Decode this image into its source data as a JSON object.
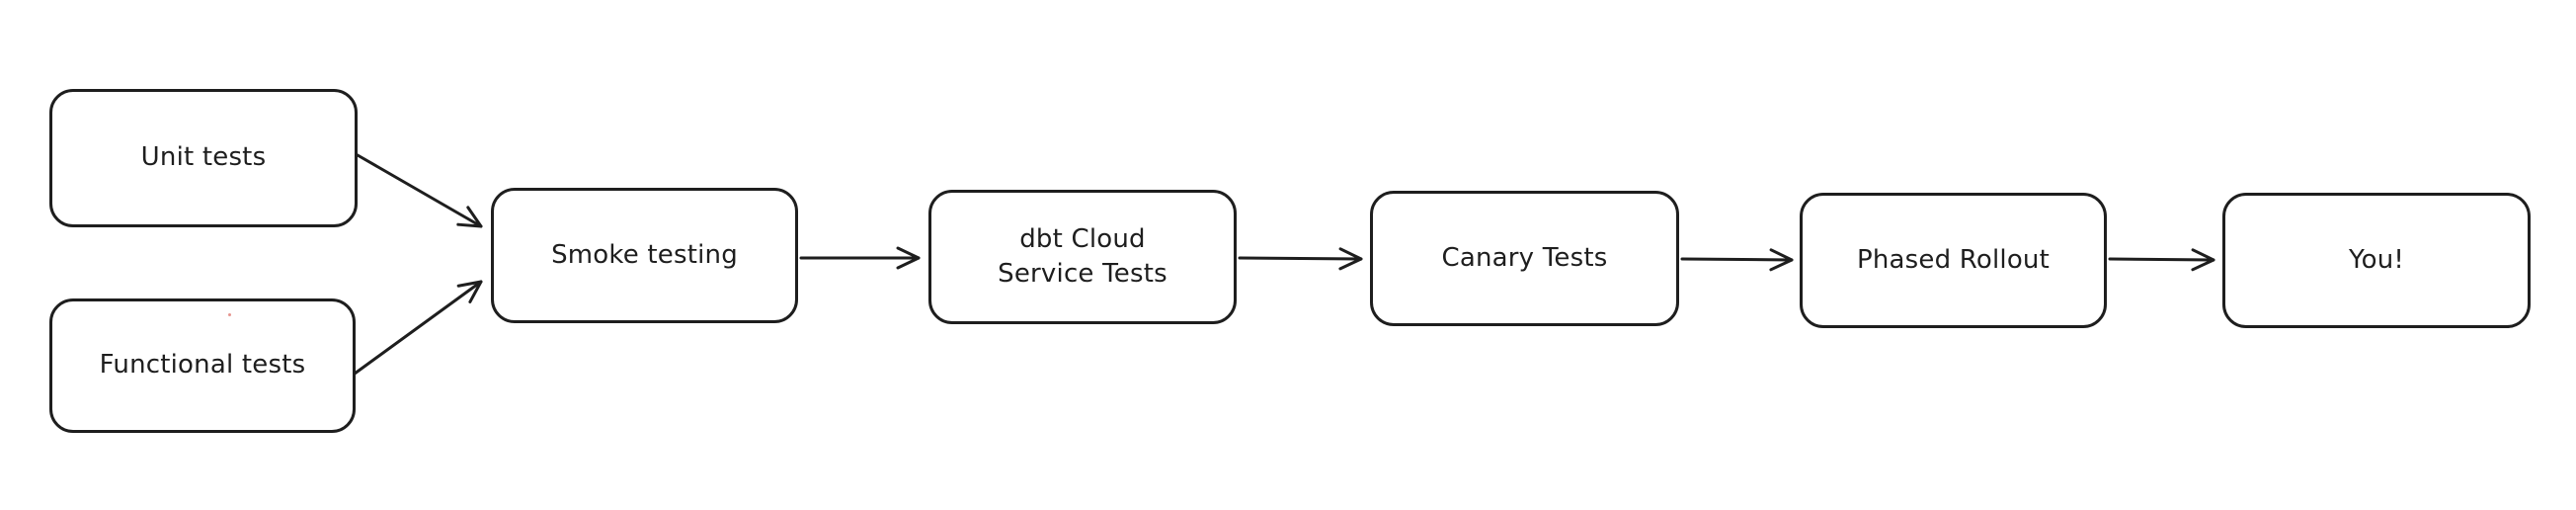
{
  "diagram": {
    "type": "flowchart",
    "style": "hand-drawn-whiteboard",
    "background_color": "#ffffff",
    "stroke_color": "#1e1e1e",
    "node_fill_color": "#ffffff",
    "nodes": [
      {
        "id": "unit-tests",
        "lines": [
          "Unit tests"
        ]
      },
      {
        "id": "functional-tests",
        "lines": [
          "Functional tests"
        ]
      },
      {
        "id": "smoke-testing",
        "lines": [
          "Smoke testing"
        ]
      },
      {
        "id": "dbt-cloud-service-tests",
        "lines": [
          "dbt Cloud",
          "Service Tests"
        ]
      },
      {
        "id": "canary-tests",
        "lines": [
          "Canary Tests"
        ]
      },
      {
        "id": "phased-rollout",
        "lines": [
          "Phased Rollout"
        ]
      },
      {
        "id": "you",
        "lines": [
          "You!"
        ]
      }
    ],
    "edges": [
      {
        "from": "unit-tests",
        "to": "smoke-testing"
      },
      {
        "from": "functional-tests",
        "to": "smoke-testing"
      },
      {
        "from": "smoke-testing",
        "to": "dbt-cloud-service-tests"
      },
      {
        "from": "dbt-cloud-service-tests",
        "to": "canary-tests"
      },
      {
        "from": "canary-tests",
        "to": "phased-rollout"
      },
      {
        "from": "phased-rollout",
        "to": "you"
      }
    ],
    "artifacts": [
      {
        "id": "stray-dot",
        "color": "#e07a73"
      }
    ]
  }
}
